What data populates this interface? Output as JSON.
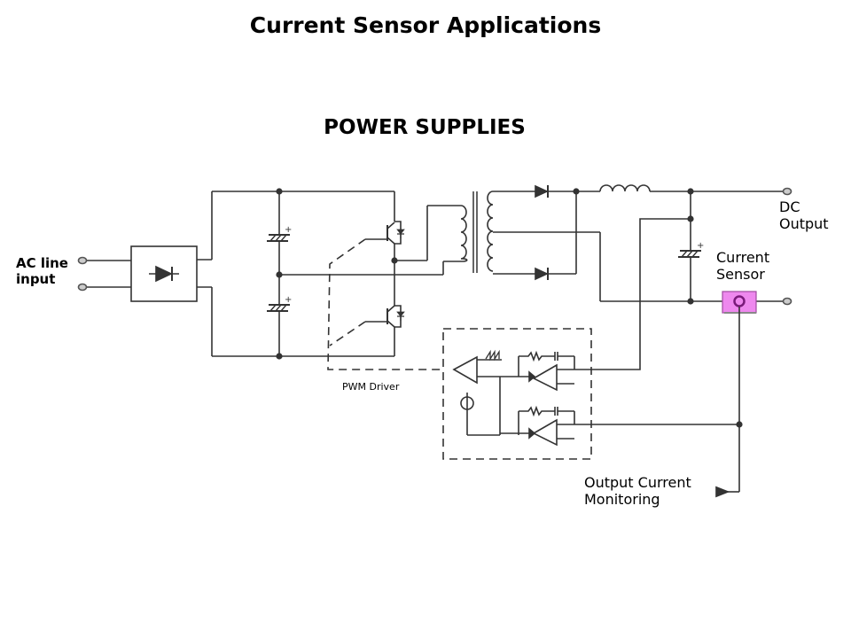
{
  "header": {
    "title": "Current Sensor Applications",
    "subtitle": "POWER SUPPLIES"
  },
  "diagram": {
    "labels": {
      "ac_input_line1": "AC line",
      "ac_input_line2": "input",
      "dc_output_line1": "DC",
      "dc_output_line2": "Output",
      "current_sensor_line1": "Current",
      "current_sensor_line2": "Sensor",
      "pwm_driver": "PWM Driver",
      "output_monitoring_line1": "Output Current",
      "output_monitoring_line2": "Monitoring"
    },
    "components": [
      "bridge-rectifier",
      "bulk-capacitor-top",
      "bulk-capacitor-bottom",
      "switch-transistor-top",
      "switch-transistor-bottom",
      "transformer",
      "output-diode-top",
      "output-diode-bottom",
      "output-inductor",
      "output-capacitor",
      "current-sensor",
      "pwm-controller"
    ],
    "colors": {
      "wire": "#333333",
      "sensor_fill": "#ee88ee",
      "sensor_ring": "#7a1a7a"
    }
  }
}
